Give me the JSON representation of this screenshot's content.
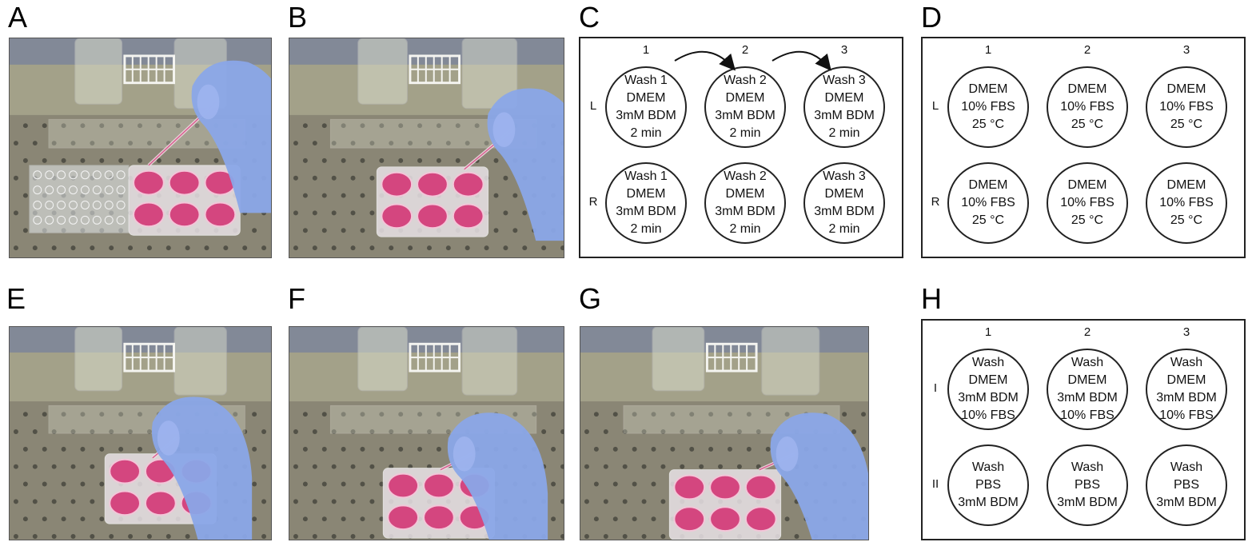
{
  "panels": {
    "A": {
      "letter": "A"
    },
    "B": {
      "letter": "B"
    },
    "C": {
      "letter": "C",
      "columns": [
        "1",
        "2",
        "3"
      ],
      "rows": [
        {
          "label": "L",
          "wells": [
            [
              "Wash 1",
              "DMEM",
              "3mM BDM",
              "2 min"
            ],
            [
              "Wash 2",
              "DMEM",
              "3mM BDM",
              "2 min"
            ],
            [
              "Wash 3",
              "DMEM",
              "3mM BDM",
              "2 min"
            ]
          ]
        },
        {
          "label": "R",
          "wells": [
            [
              "Wash 1",
              "DMEM",
              "3mM BDM",
              "2 min"
            ],
            [
              "Wash 2",
              "DMEM",
              "3mM BDM",
              "2 min"
            ],
            [
              "Wash 3",
              "DMEM",
              "3mM BDM",
              "2 min"
            ]
          ]
        }
      ]
    },
    "D": {
      "letter": "D",
      "columns": [
        "1",
        "2",
        "3"
      ],
      "rows": [
        {
          "label": "L",
          "wells": [
            [
              "DMEM",
              "10% FBS",
              "25 °C"
            ],
            [
              "DMEM",
              "10% FBS",
              "25 °C"
            ],
            [
              "DMEM",
              "10% FBS",
              "25 °C"
            ]
          ]
        },
        {
          "label": "R",
          "wells": [
            [
              "DMEM",
              "10% FBS",
              "25 °C"
            ],
            [
              "DMEM",
              "10% FBS",
              "25 °C"
            ],
            [
              "DMEM",
              "10% FBS",
              "25 °C"
            ]
          ]
        }
      ]
    },
    "E": {
      "letter": "E"
    },
    "F": {
      "letter": "F"
    },
    "G": {
      "letter": "G"
    },
    "H": {
      "letter": "H",
      "columns": [
        "1",
        "2",
        "3"
      ],
      "rows": [
        {
          "label": "I",
          "wells": [
            [
              "Wash",
              "DMEM",
              "3mM BDM",
              "10% FBS"
            ],
            [
              "Wash",
              "DMEM",
              "3mM BDM",
              "10% FBS"
            ],
            [
              "Wash",
              "DMEM",
              "3mM BDM",
              "10% FBS"
            ]
          ]
        },
        {
          "label": "II",
          "wells": [
            [
              "Wash",
              "PBS",
              "3mM BDM"
            ],
            [
              "Wash",
              "PBS",
              "3mM BDM"
            ],
            [
              "Wash",
              "PBS",
              "3mM BDM"
            ]
          ]
        }
      ]
    }
  },
  "colors": {
    "glove": "#8aa6e8",
    "medium": "#d4467f",
    "bench": "#8a8675",
    "glass": "#d9dccb"
  }
}
